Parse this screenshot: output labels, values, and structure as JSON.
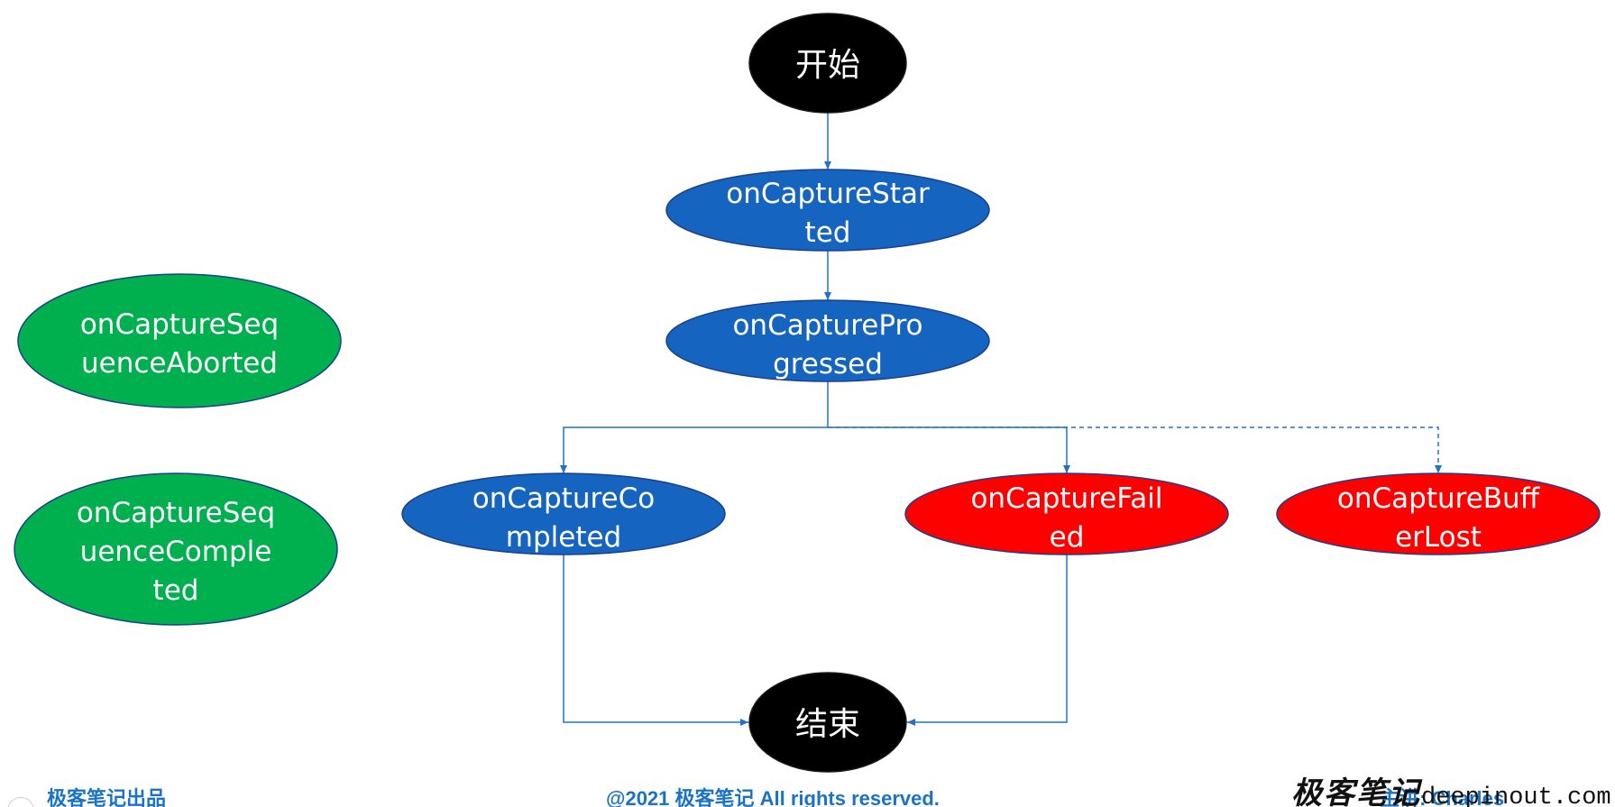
{
  "diagram": {
    "nodes": {
      "start": {
        "lines": [
          "开始"
        ],
        "color": "#000000"
      },
      "started": {
        "lines": [
          "onCaptureStar",
          "ted"
        ],
        "color": "#1565c0"
      },
      "progressed": {
        "lines": [
          "onCapturePro",
          "gressed"
        ],
        "color": "#1565c0"
      },
      "completed": {
        "lines": [
          "onCaptureCo",
          "mpleted"
        ],
        "color": "#1565c0"
      },
      "failed": {
        "lines": [
          "onCaptureFail",
          "ed"
        ],
        "color": "#ff0000"
      },
      "buffer_lost": {
        "lines": [
          "onCaptureBuff",
          "erLost"
        ],
        "color": "#ff0000"
      },
      "seq_aborted": {
        "lines": [
          "onCaptureSeq",
          "uenceAborted"
        ],
        "color": "#00b04f"
      },
      "seq_completed": {
        "lines": [
          "onCaptureSeq",
          "uenceComple",
          "ted"
        ],
        "color": "#00b04f"
      },
      "end": {
        "lines": [
          "结束"
        ],
        "color": "#000000"
      }
    },
    "edges": [
      {
        "from": "start",
        "to": "started",
        "style": "solid"
      },
      {
        "from": "started",
        "to": "progressed",
        "style": "solid"
      },
      {
        "from": "progressed",
        "to": "completed",
        "style": "solid"
      },
      {
        "from": "progressed",
        "to": "failed",
        "style": "solid"
      },
      {
        "from": "progressed",
        "to": "buffer_lost",
        "style": "dashed"
      },
      {
        "from": "completed",
        "to": "end",
        "style": "solid"
      },
      {
        "from": "failed",
        "to": "end",
        "style": "solid"
      }
    ],
    "edge_color": "#1f73c9"
  },
  "footer": {
    "left": "极客笔记出品",
    "center": "@2021 极客笔记 All rights reserved.",
    "right": "主讲: Charles"
  },
  "watermark": {
    "cn": "极客笔记",
    "en": "deepinout.com"
  }
}
